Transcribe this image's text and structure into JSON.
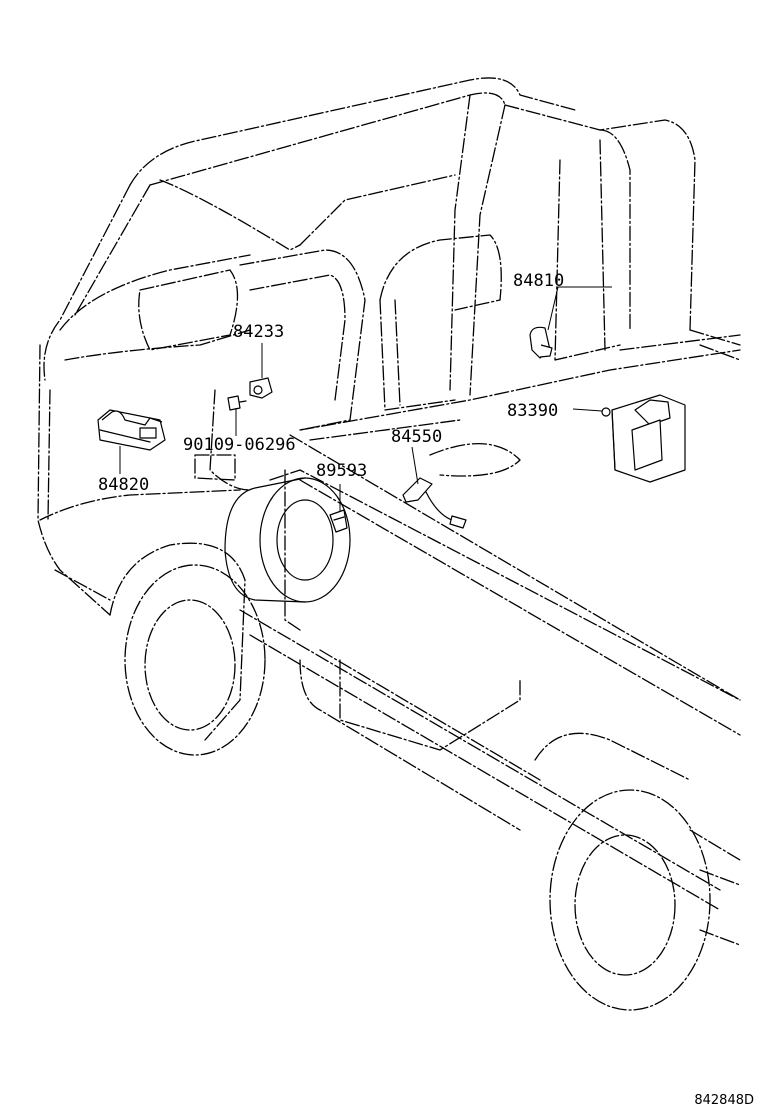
{
  "parts": [
    {
      "id": "p84810",
      "number": "84810"
    },
    {
      "id": "p84233",
      "number": "84233"
    },
    {
      "id": "p83390",
      "number": "83390"
    },
    {
      "id": "p84550",
      "number": "84550"
    },
    {
      "id": "p90109",
      "number": "90109-06296"
    },
    {
      "id": "p89593",
      "number": "89593"
    },
    {
      "id": "p84820",
      "number": "84820"
    }
  ],
  "illustration_code": "842848D",
  "colors": {
    "line": "#000000",
    "background": "#ffffff"
  }
}
